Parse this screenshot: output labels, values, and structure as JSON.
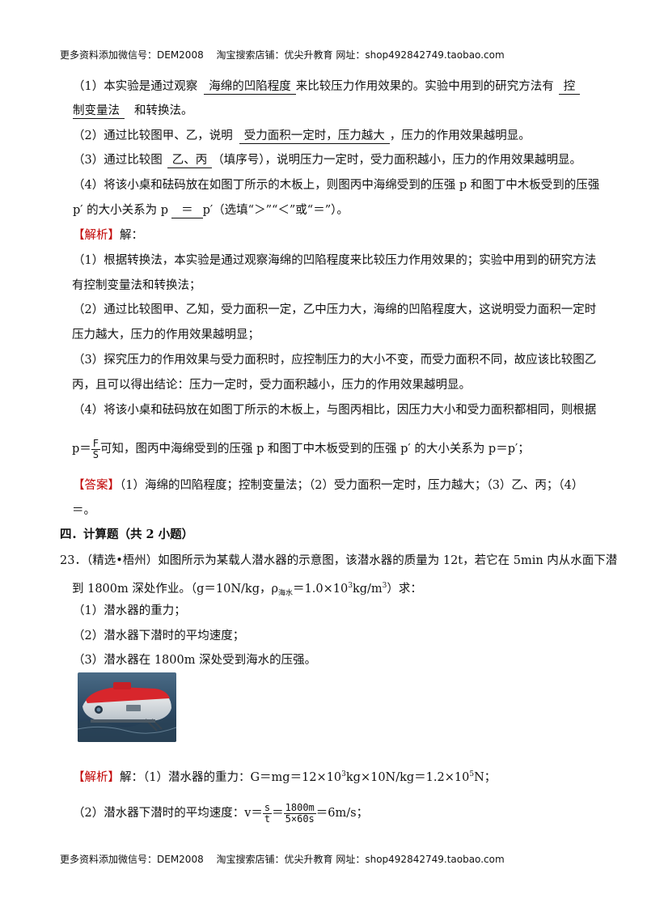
{
  "header": {
    "text": "更多资料添加微信号：DEM2008　 淘宝搜索店铺：优尖升教育  网址：shop492842749.taobao.com"
  },
  "footer": {
    "text": "更多资料添加微信号：DEM2008　 淘宝搜索店铺：优尖升教育  网址：shop492842749.taobao.com"
  },
  "q1": {
    "a": "（1）本实验是通过观察",
    "blank1": "海绵的凹陷程度",
    "b": "来比较压力作用效果的。实验中用到的研究方法有",
    "blank2a": "控",
    "blank2b": "制变量法",
    "c": "和转换法。"
  },
  "q2": {
    "a": "（2）通过比较图甲、乙，说明",
    "blank": "受力面积一定时，压力越大",
    "b": "，压力的作用效果越明显。"
  },
  "q3": {
    "a": "（3）通过比较图",
    "blank": "乙、丙",
    "b": "（填序号），说明压力一定时，受力面积越小，压力的作用效果越明显。"
  },
  "q4": {
    "a": "（4）将该小桌和砝码放在如图丁所示的木板上，则图丙中海绵受到的压强 p 和图丁中木板受到的压强",
    "b": "p′ 的大小关系为 p",
    "blank": "＝",
    "c": "p′（选填“＞”“＜”或“＝”）。"
  },
  "analysis1": {
    "tag": "【解析】",
    "head": "解：",
    "p1a": "（1）根据转换法，本实验是通过观察海绵的凹陷程度来比较压力作用效果的；实验中用到的研究方法",
    "p1b": "有控制变量法和转换法；",
    "p2a": "（2）通过比较图甲、乙知，受力面积一定，乙中压力大，海绵的凹陷程度大，这说明受力面积一定时",
    "p2b": "压力越大，压力的作用效果越明显；",
    "p3a": "（3）探究压力的作用效果与受力面积时，应控制压力的大小不变，而受力面积不同，故应该比较图乙",
    "p3b": "丙，且可以得出结论：压力一定时，受力面积越小，压力的作用效果越明显。",
    "p4a": "（4）将该小桌和砝码放在如图丁所示的木板上，与图丙相比，因压力大小和受力面积都相同，则根据",
    "p4_lead": "p＝",
    "p4_num": "F",
    "p4_den": "S",
    "p4_rest": "可知，图丙中海绵受到的压强 p 和图丁中木板受到的压强 p′ 的大小关系为 p＝p′；"
  },
  "answer1": {
    "tag": "【答案】",
    "a": "（1）海绵的凹陷程度；控制变量法；（2）受力面积一定时，压力越大；（3）乙、丙；（4）",
    "b": "＝。"
  },
  "section4": {
    "title": "四．计算题（共 2 小题）"
  },
  "q23": {
    "lead": "23．（精选•梧州）如图所示为某载人潜水器的示意图，该潜水器的质量为 12t，若它在 5min 内从水面下潜",
    "l2a": "到 1800m 深处作业。（g＝10N/kg，ρ",
    "l2sub": "海水",
    "l2b": "＝1.0×10",
    "l2sup": "3",
    "l2c": "kg/m",
    "l2sup2": "3",
    "l2d": "）求：",
    "s1": "（1）潜水器的重力；",
    "s2": "（2）潜水器下潜时的平均速度；",
    "s3": "（3）潜水器在 1800m 深处受到海水的压强。"
  },
  "analysis2": {
    "tag": "【解析】",
    "a1": "解：（1）潜水器的重力：G＝mg＝12×10",
    "sup1": "3",
    "a2": "kg×10N/kg＝1.2×10",
    "sup2": "5",
    "a3": "N；",
    "b_lead": "（2）潜水器下潜时的平均速度：v＝",
    "f1_num": "s",
    "f1_den": "t",
    "eq": "＝",
    "f2_num": "1800m",
    "f2_den": "5×60s",
    "b_rest": "＝6m/s；"
  }
}
